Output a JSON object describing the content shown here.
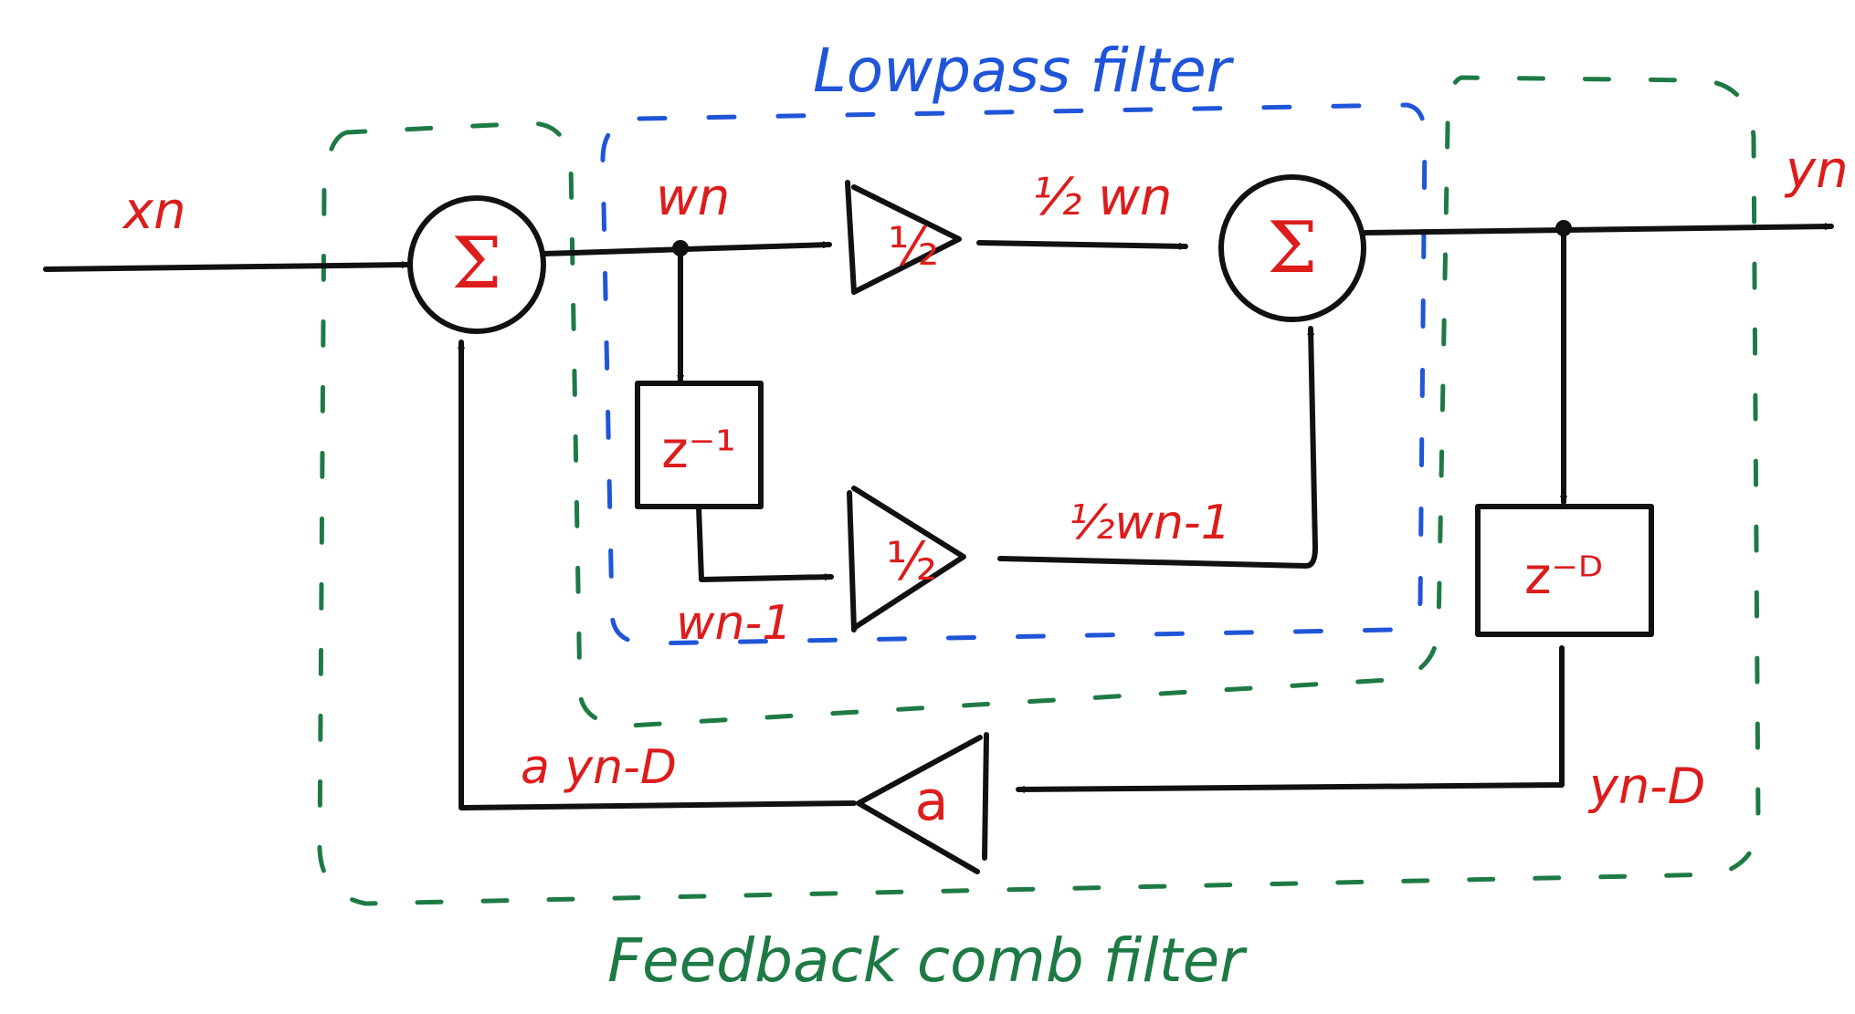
{
  "titles": {
    "lowpass": "Lowpass filter",
    "comb": "Feedback comb filter"
  },
  "signals": {
    "x_n": "xn",
    "w_n": "wn",
    "half_w_n": "½ wn",
    "w_n_minus_1": "wn-1",
    "half_w_n_minus_1": "½wn-1",
    "y_n": "yn",
    "y_n_minus_D": "yn-D",
    "a_y_n_minus_D": "a yn-D"
  },
  "blocks": {
    "sum_symbol": "Σ",
    "gain_half": "½",
    "gain_a": "a",
    "delay_1": "z⁻¹",
    "delay_D": "z⁻ᴰ"
  },
  "colors": {
    "ink": "#111111",
    "labels": "#dd1c1c",
    "lowpass_boundary": "#1f55d8",
    "comb_boundary": "#1e7a45"
  }
}
